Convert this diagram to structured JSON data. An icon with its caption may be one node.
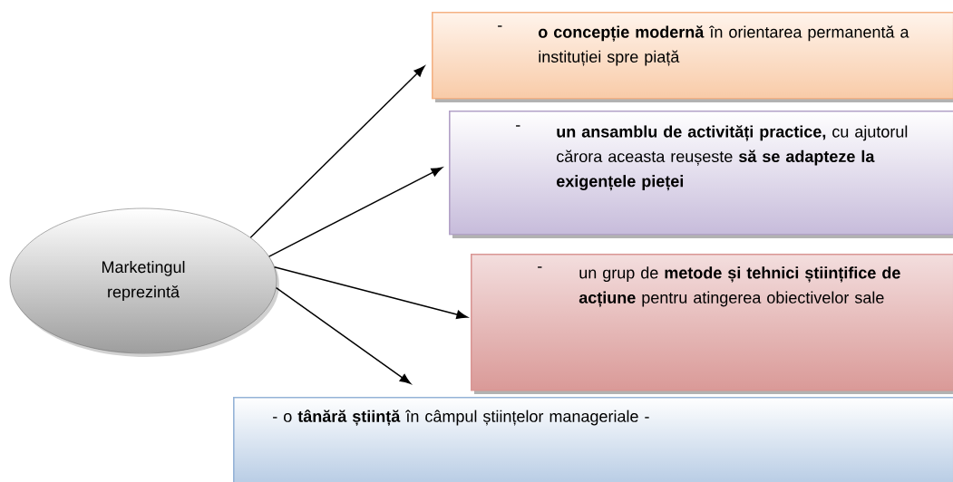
{
  "diagram": {
    "nodes": [
      {
        "text": [
          "Marketingul reprezintă"
        ]
      },
      {
        "text": [
          "-",
          "**o concepție modernă** în orientarea permanentă a instituției spre piață"
        ]
      },
      {
        "text": [
          "-",
          "**un ansamblu de activități practice,** cu ajutorul cărora aceasta reușeste **să se adapteze la exigențele pieței**"
        ]
      },
      {
        "text": [
          "-",
          "un grup de **metode și tehnici științifice de acțiune** pentru atingerea obiectivelor sale"
        ]
      },
      {
        "text": [
          "- o **tânără știință** în câmpul științelor manageriale -"
        ]
      }
    ],
    "edges": [
      {
        "from": 0,
        "to": 1,
        "arrow": "to"
      },
      {
        "from": 0,
        "to": 2,
        "arrow": "to"
      },
      {
        "from": 0,
        "to": 3,
        "arrow": "to"
      },
      {
        "from": 0,
        "to": 4,
        "arrow": "to"
      }
    ]
  }
}
